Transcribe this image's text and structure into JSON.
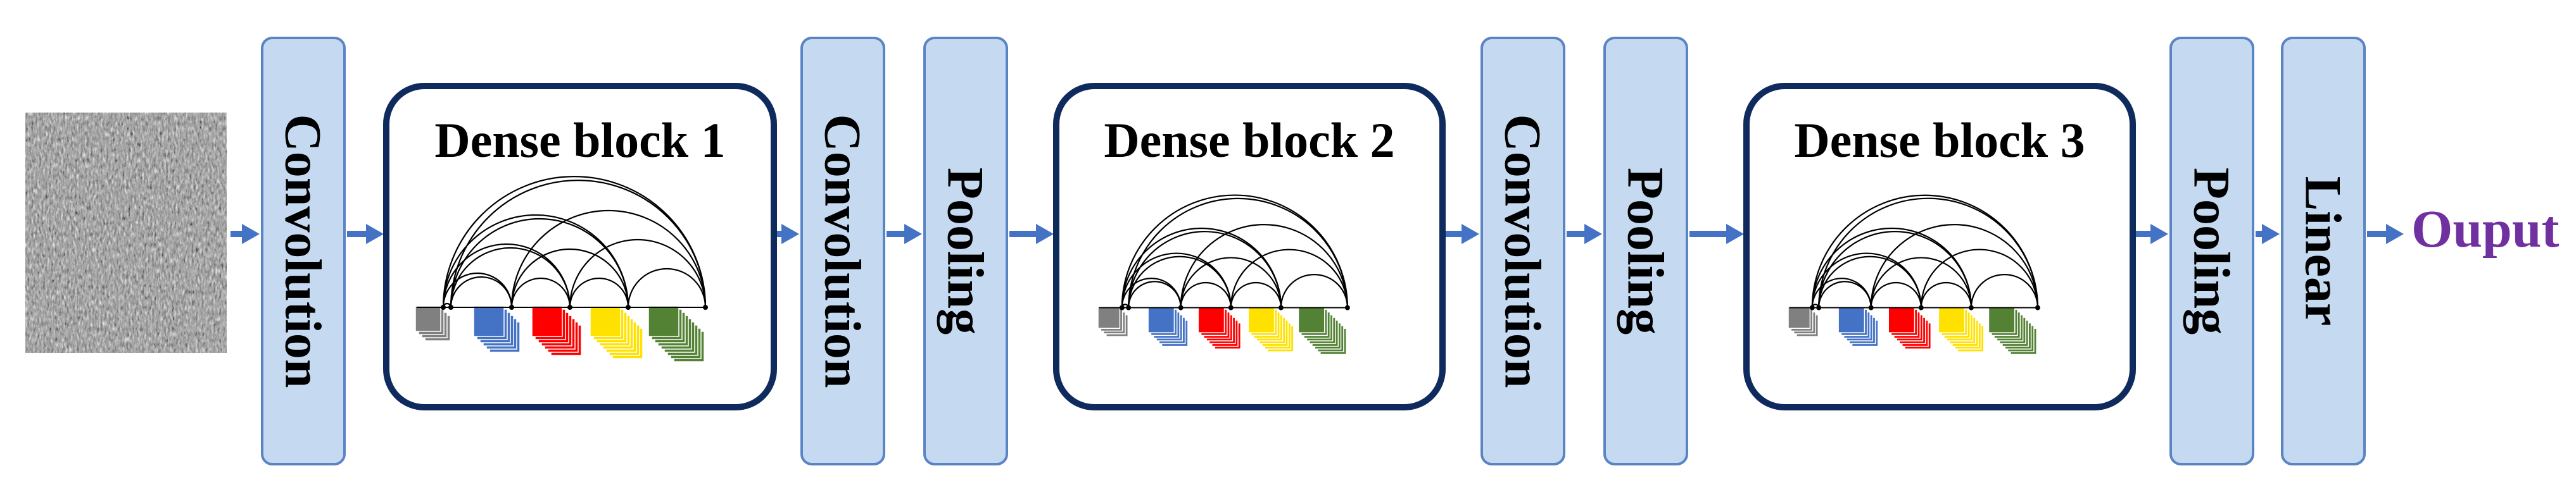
{
  "input": {
    "icon": "noise-texture-image"
  },
  "layers": [
    {
      "id": "conv1",
      "label": "Convolution",
      "kind": "layer"
    },
    {
      "id": "block1",
      "label": "Dense block 1",
      "kind": "dense"
    },
    {
      "id": "conv2",
      "label": "Convolution",
      "kind": "layer"
    },
    {
      "id": "pool1",
      "label": "Pooling",
      "kind": "layer"
    },
    {
      "id": "block2",
      "label": "Dense block 2",
      "kind": "dense"
    },
    {
      "id": "conv3",
      "label": "Convolution",
      "kind": "layer"
    },
    {
      "id": "pool2",
      "label": "Pooling",
      "kind": "layer"
    },
    {
      "id": "block3",
      "label": "Dense block 3",
      "kind": "dense"
    },
    {
      "id": "pool3",
      "label": "Pooling",
      "kind": "layer"
    },
    {
      "id": "linear",
      "label": "Linear",
      "kind": "layer"
    }
  ],
  "output": {
    "label": "Ouput"
  },
  "colors": {
    "layer_fill": "#c5daf0",
    "layer_stroke": "#5b84c4",
    "arrow": "#4472c4",
    "dense_border": "#0f2a5c",
    "output_text": "#7030a0",
    "cube_colors": [
      "#808080",
      "#4472c4",
      "#ff0000",
      "#ffe100",
      "#548235"
    ]
  }
}
